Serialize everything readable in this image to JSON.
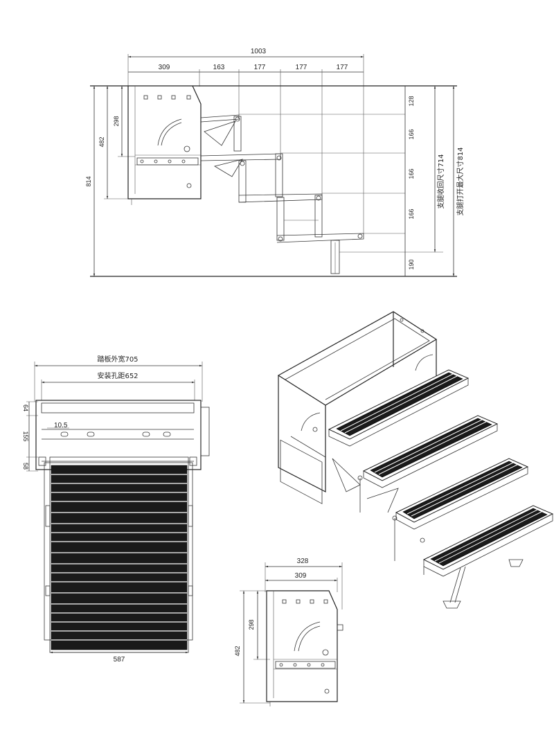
{
  "side_view": {
    "dims_top": [
      "1003",
      "309",
      "163",
      "177",
      "177",
      "177"
    ],
    "dims_left": [
      "814",
      "482",
      "298"
    ],
    "dims_right": [
      "128",
      "166",
      "166",
      "166",
      "190"
    ],
    "note_fold": "支腿收回尺寸714",
    "note_open": "支腿打开最大尺寸814"
  },
  "front_view": {
    "dim_outer": "踏板外宽705",
    "dim_holes": "安装孔距652",
    "dim_left": [
      "64",
      "155",
      "58"
    ],
    "dim_small": "10.5",
    "dim_bottom": "587"
  },
  "bracket_view": {
    "dims_top": [
      "328",
      "309"
    ],
    "dims_left": [
      "482",
      "298"
    ]
  },
  "colors": {
    "line": "#333333",
    "tread": "#1a1a1a"
  }
}
